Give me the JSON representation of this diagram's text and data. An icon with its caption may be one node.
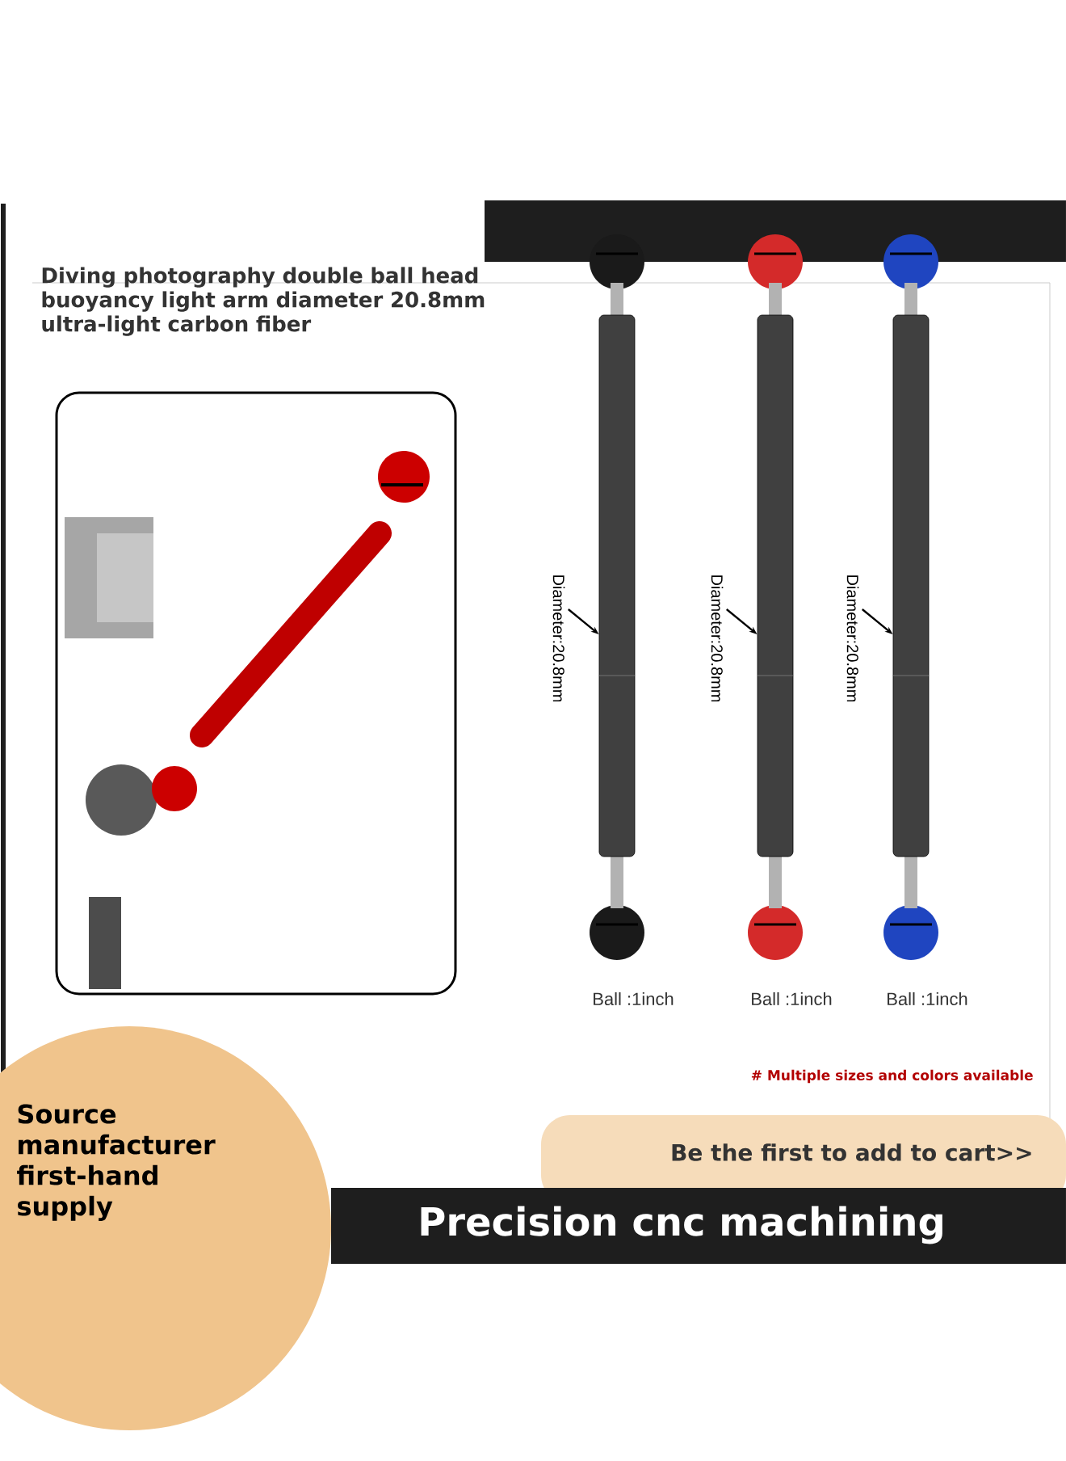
{
  "diagram": {
    "title": "Diving photography double ball head buoyancy light arm diameter 20.8mm ultra-light carbon fiber",
    "nodes": [
      {
        "text": [
          "Diameter:20.8mm"
        ]
      },
      {
        "text": [
          "Diameter:20.8mm"
        ]
      },
      {
        "text": [
          "Diameter:20.8mm"
        ]
      },
      {
        "text": [],
        "shape": "picture"
      },
      {
        "text": [],
        "shape": "picture"
      },
      {
        "text": [],
        "shape": "picture"
      },
      {
        "text": [
          "Source manufacturer first-hand supply"
        ]
      },
      {
        "text": [
          "Be the first to add to cart>>"
        ]
      },
      {
        "text": [
          "Precision cnc machining"
        ]
      }
    ],
    "edges": [
      {
        "from": 0,
        "to": 3,
        "arrow": "to"
      },
      {
        "from": 1,
        "to": 4,
        "arrow": "to"
      },
      {
        "from": 2,
        "to": 5,
        "arrow": "to"
      }
    ],
    "labels": [
      "Ball :1inch",
      "Ball :1inch",
      "Ball :1inch",
      "# Multiple sizes and colors available"
    ]
  }
}
